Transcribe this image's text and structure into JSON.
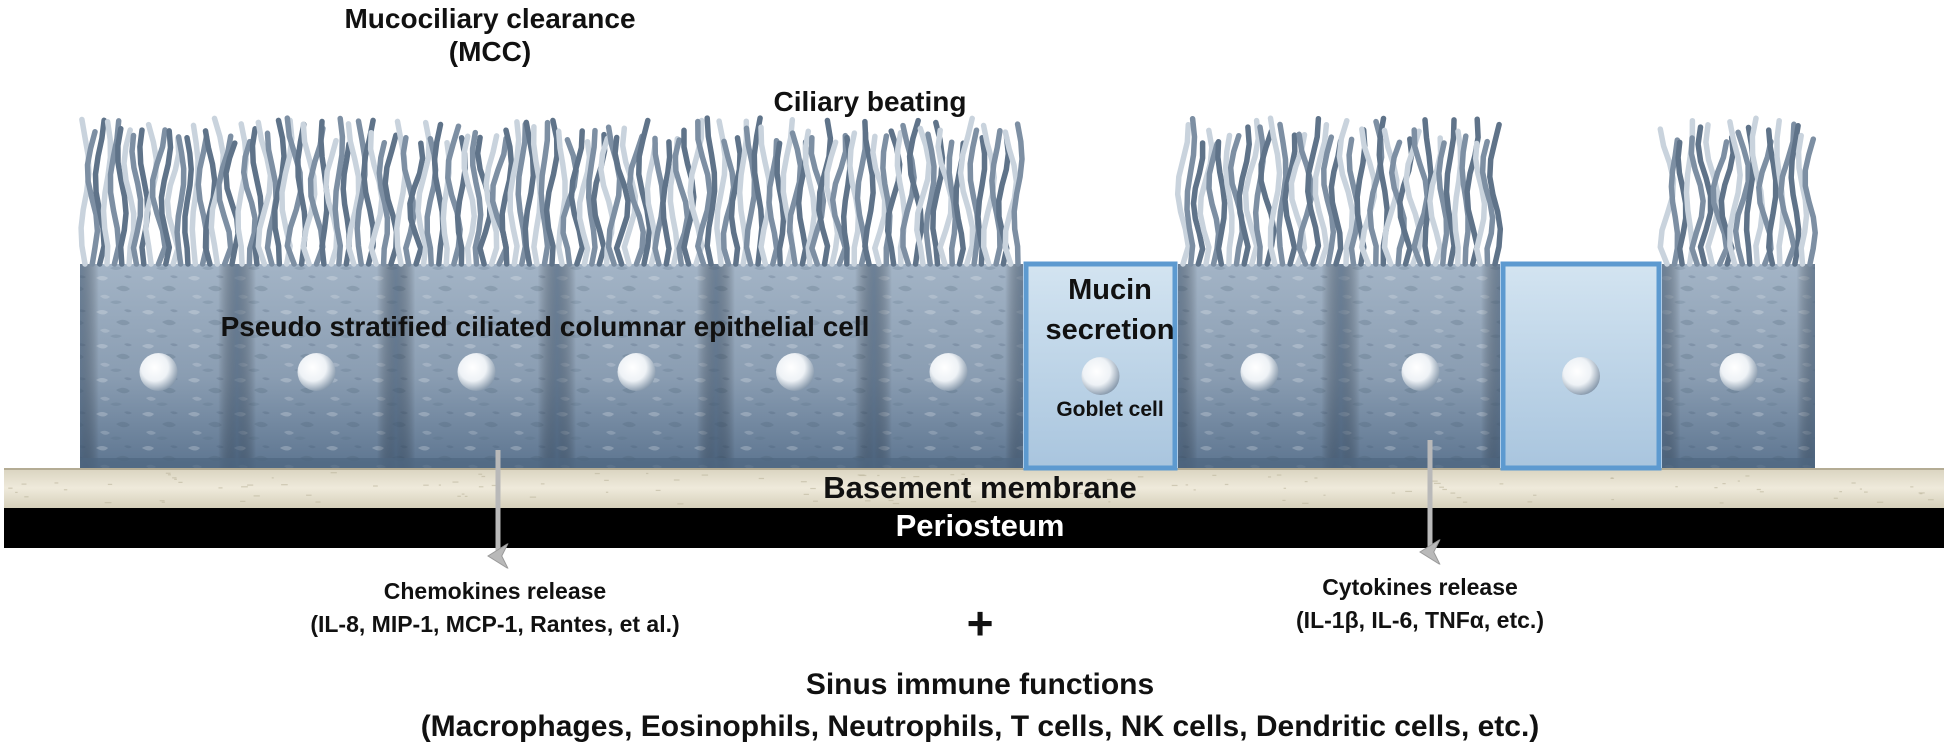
{
  "labels": {
    "mcc_line1": "Mucociliary clearance",
    "mcc_line2": "(MCC)",
    "ciliary_beating": "Ciliary beating",
    "epithelial_cell": "Pseudo stratified ciliated columnar epithelial cell",
    "mucin_line1": "Mucin",
    "mucin_line2": "secretion",
    "goblet_cell": "Goblet cell",
    "basement_membrane": "Basement membrane",
    "periosteum": "Periosteum",
    "chemokines_line1": "Chemokines release",
    "chemokines_line2": "(IL-8, MIP-1, MCP-1, Rantes, et al.)",
    "cytokines_line1": "Cytokines release",
    "cytokines_line2": "(IL-1β, IL-6, TNFα, etc.)",
    "plus_sign": "+",
    "sinus_line1": "Sinus immune functions",
    "sinus_line2": "(Macrophages, Eosinophils, Neutrophils, T cells, NK cells, Dendritic cells, etc.)"
  },
  "cells": [
    "ciliated",
    "ciliated",
    "ciliated",
    "ciliated",
    "ciliated",
    "ciliated",
    "goblet",
    "ciliated",
    "ciliated",
    "goblet",
    "ciliated"
  ],
  "colors": {
    "ciliated_cell": "#8ea2b8",
    "ciliated_cell_dark": "#4e6680",
    "cilia": "#7d8fa3",
    "goblet_cell_fill": "#c4d9ea",
    "goblet_cell_border": "#5d9ad0",
    "basement_membrane": "#ece7d6",
    "periosteum": "#000000",
    "arrow": "#b9b9b9",
    "nucleus": "#ffffff"
  }
}
